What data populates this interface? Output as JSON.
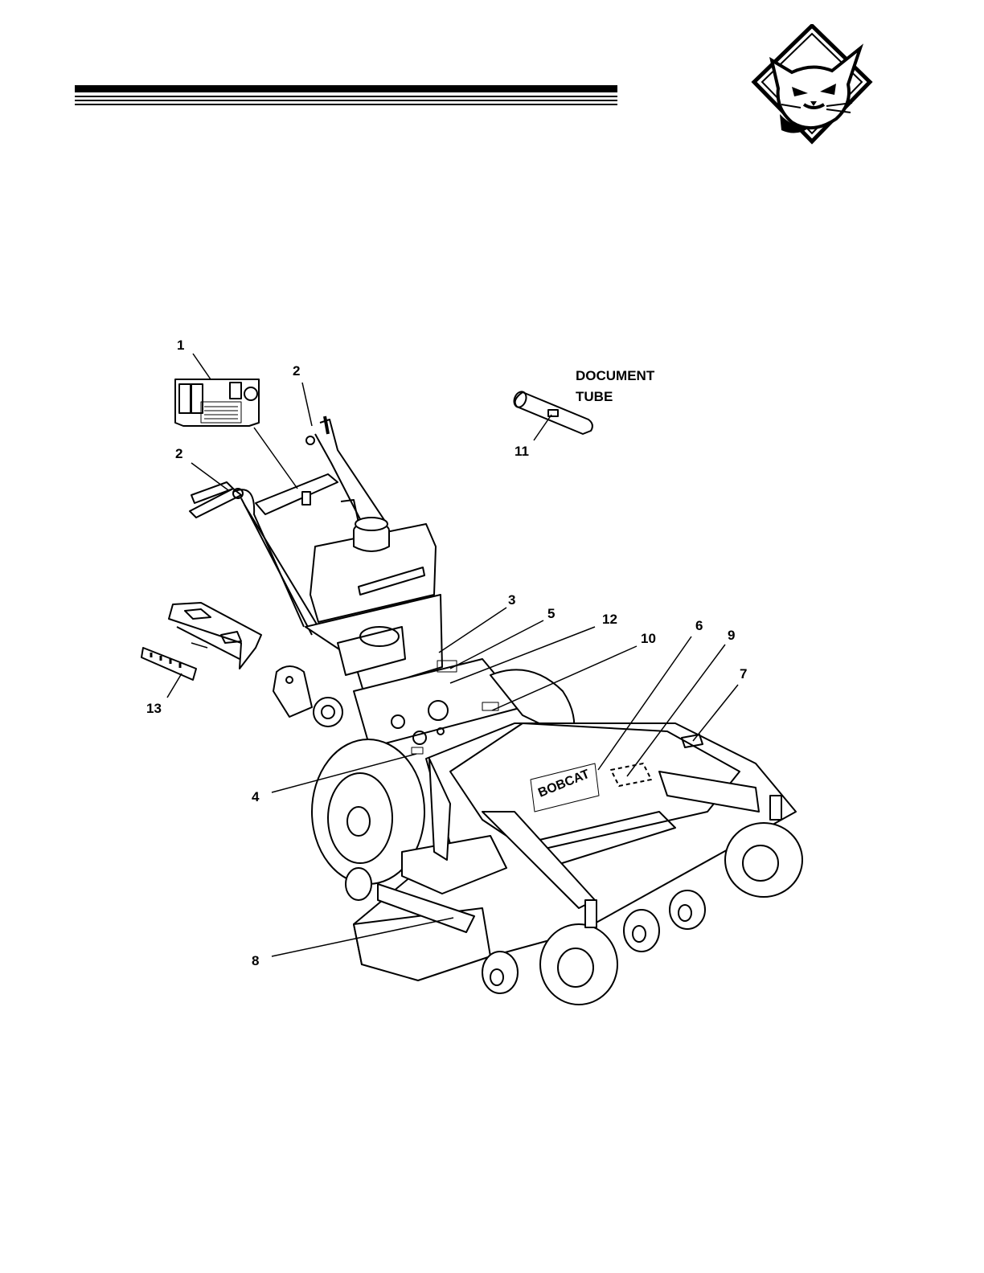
{
  "callouts": {
    "c1": "1",
    "c2a": "2",
    "c2b": "2",
    "c3": "3",
    "c4": "4",
    "c5": "5",
    "c6": "6",
    "c7": "7",
    "c8": "8",
    "c9": "9",
    "c10": "10",
    "c11": "11",
    "c12": "12",
    "c13": "13"
  },
  "document_tube": {
    "line1": "DOCUMENT",
    "line2": "TUBE"
  },
  "icons": {
    "logo": "bobcat-head-logo"
  },
  "colors": {
    "ink": "#000000",
    "paper": "#ffffff"
  }
}
